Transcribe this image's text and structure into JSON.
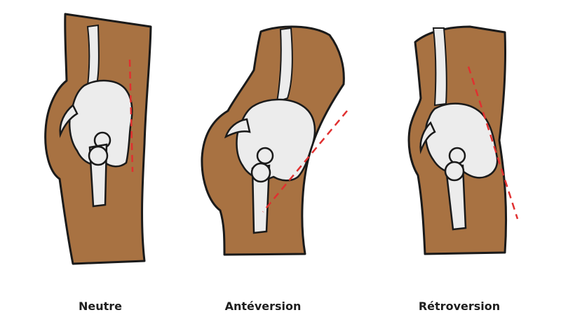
{
  "colors": {
    "skin": "#a87242",
    "outline": "#1a1a1a",
    "bone": "#ececec",
    "tilt_line": "#e03030",
    "background": "#ffffff"
  },
  "panels": [
    {
      "label": "Neutre"
    },
    {
      "label": "Antéversion"
    },
    {
      "label": "Rétroversion"
    }
  ]
}
